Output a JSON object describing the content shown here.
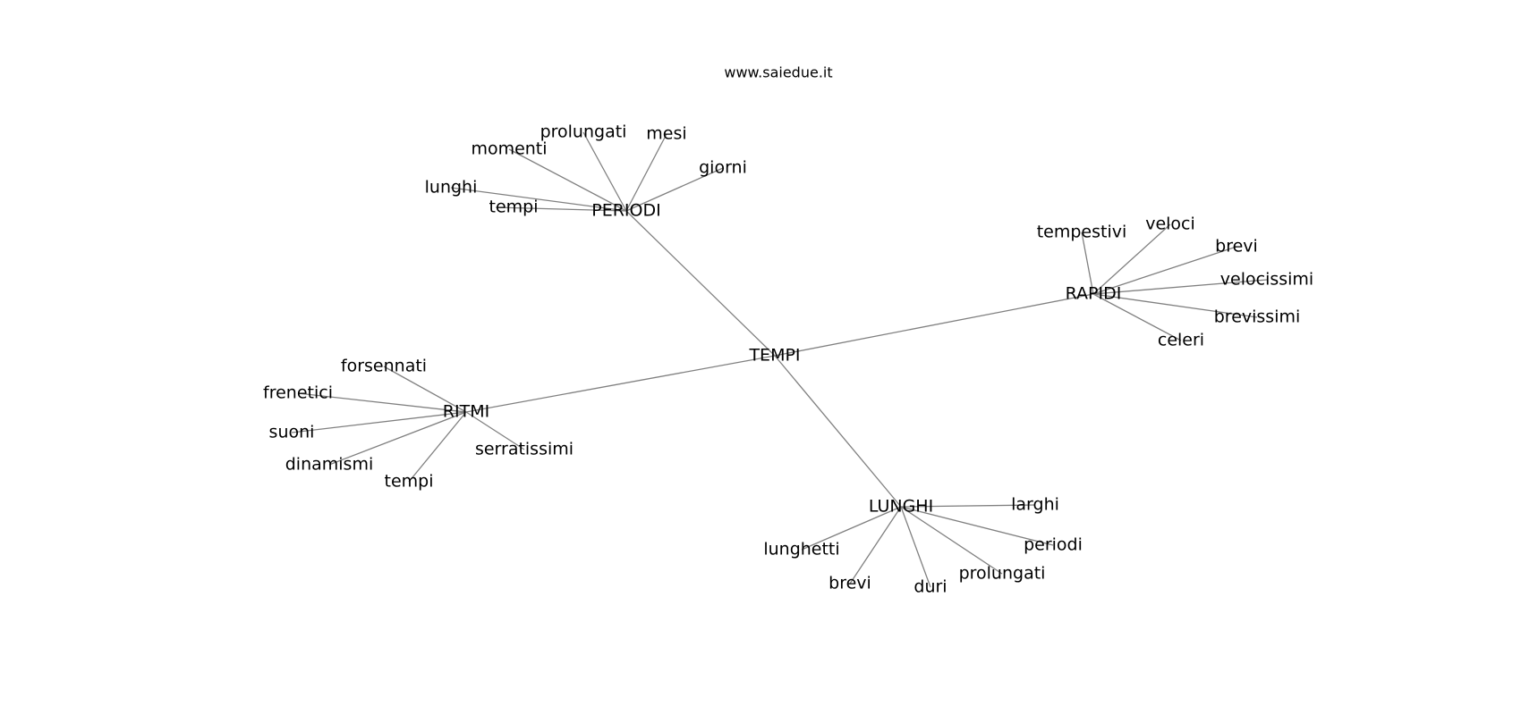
{
  "header": {
    "site": "www.saiedue.it"
  },
  "graph": {
    "edge_color": "#808080",
    "nodes": [
      {
        "id": "tempi_root",
        "label": "TEMPI"
      },
      {
        "id": "periodi",
        "label": "PERIODI"
      },
      {
        "id": "rapidi",
        "label": "RAPIDI"
      },
      {
        "id": "ritmi",
        "label": "RITMI"
      },
      {
        "id": "lunghi_hub",
        "label": "LUNGHI"
      },
      {
        "id": "p_prolungati",
        "label": "prolungati"
      },
      {
        "id": "p_mesi",
        "label": "mesi"
      },
      {
        "id": "p_momenti",
        "label": "momenti"
      },
      {
        "id": "p_giorni",
        "label": "giorni"
      },
      {
        "id": "p_lunghi",
        "label": "lunghi"
      },
      {
        "id": "p_tempi",
        "label": "tempi"
      },
      {
        "id": "r_tempestivi",
        "label": "tempestivi"
      },
      {
        "id": "r_veloci",
        "label": "veloci"
      },
      {
        "id": "r_brevi",
        "label": "brevi"
      },
      {
        "id": "r_velocissimi",
        "label": "velocissimi"
      },
      {
        "id": "r_brevissimi",
        "label": "brevissimi"
      },
      {
        "id": "r_celeri",
        "label": "celeri"
      },
      {
        "id": "t_forsennati",
        "label": "forsennati"
      },
      {
        "id": "t_frenetici",
        "label": "frenetici"
      },
      {
        "id": "t_suoni",
        "label": "suoni"
      },
      {
        "id": "t_dinamismi",
        "label": "dinamismi"
      },
      {
        "id": "t_tempi",
        "label": "tempi"
      },
      {
        "id": "t_serratissimi",
        "label": "serratissimi"
      },
      {
        "id": "l_larghi",
        "label": "larghi"
      },
      {
        "id": "l_lunghetti",
        "label": "lunghetti"
      },
      {
        "id": "l_periodi",
        "label": "periodi"
      },
      {
        "id": "l_brevi",
        "label": "brevi"
      },
      {
        "id": "l_duri",
        "label": "duri"
      },
      {
        "id": "l_prolungati",
        "label": "prolungati"
      }
    ],
    "edges": [
      [
        "tempi_root",
        "periodi"
      ],
      [
        "tempi_root",
        "rapidi"
      ],
      [
        "tempi_root",
        "ritmi"
      ],
      [
        "tempi_root",
        "lunghi_hub"
      ],
      [
        "periodi",
        "p_prolungati"
      ],
      [
        "periodi",
        "p_mesi"
      ],
      [
        "periodi",
        "p_momenti"
      ],
      [
        "periodi",
        "p_giorni"
      ],
      [
        "periodi",
        "p_lunghi"
      ],
      [
        "periodi",
        "p_tempi"
      ],
      [
        "rapidi",
        "r_tempestivi"
      ],
      [
        "rapidi",
        "r_veloci"
      ],
      [
        "rapidi",
        "r_brevi"
      ],
      [
        "rapidi",
        "r_velocissimi"
      ],
      [
        "rapidi",
        "r_brevissimi"
      ],
      [
        "rapidi",
        "r_celeri"
      ],
      [
        "ritmi",
        "t_forsennati"
      ],
      [
        "ritmi",
        "t_frenetici"
      ],
      [
        "ritmi",
        "t_suoni"
      ],
      [
        "ritmi",
        "t_dinamismi"
      ],
      [
        "ritmi",
        "t_tempi"
      ],
      [
        "ritmi",
        "t_serratissimi"
      ],
      [
        "lunghi_hub",
        "l_larghi"
      ],
      [
        "lunghi_hub",
        "l_lunghetti"
      ],
      [
        "lunghi_hub",
        "l_periodi"
      ],
      [
        "lunghi_hub",
        "l_brevi"
      ],
      [
        "lunghi_hub",
        "l_duri"
      ],
      [
        "lunghi_hub",
        "l_prolungati"
      ]
    ]
  }
}
